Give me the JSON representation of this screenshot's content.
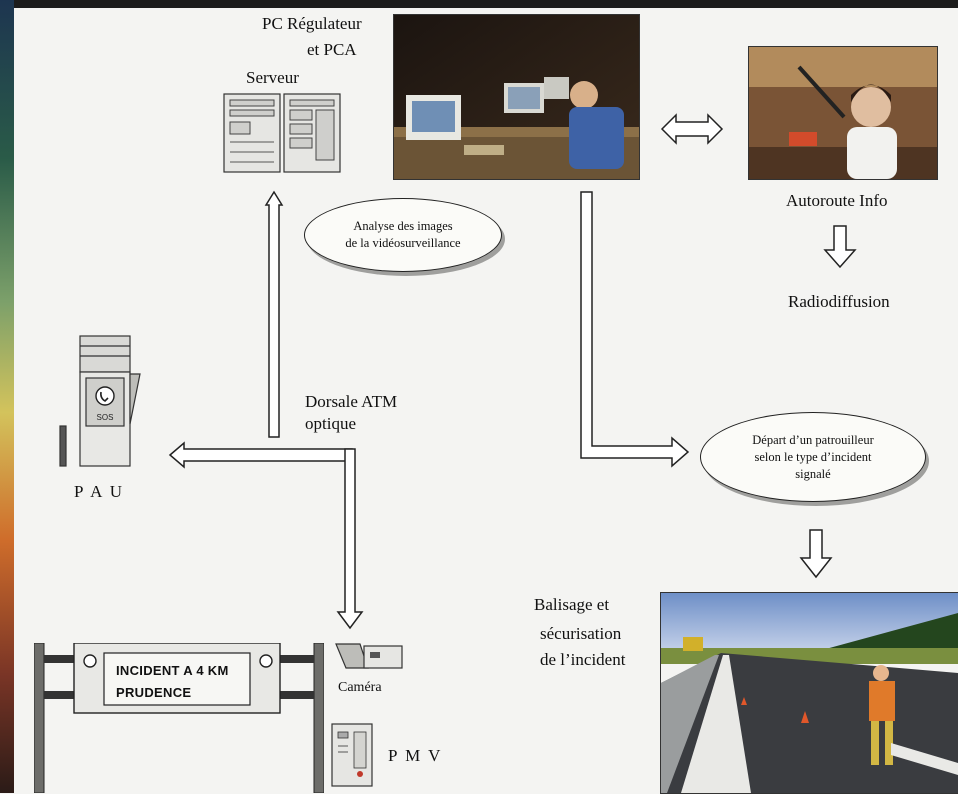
{
  "labels": {
    "pc_regulateur_line1": "PC Régulateur",
    "pc_regulateur_line2": "et PCA",
    "serveur": "Serveur",
    "autoroute_info": "Autoroute Info",
    "radiodiffusion": "Radiodiffusion",
    "dorsale_line1": "Dorsale ATM",
    "dorsale_line2": "optique",
    "pau": "P A U",
    "camera": "Caméra",
    "pmv": "P M V",
    "balisage_line1": "Balisage et",
    "balisage_line2": "sécurisation",
    "balisage_line3": "de l’incident"
  },
  "bubbles": {
    "analyse": [
      "Analyse des images",
      "de la vidéosurveillance"
    ],
    "depart": [
      "Départ d’un patrouilleur",
      "selon le type d’incident",
      "signalé"
    ]
  },
  "sign": {
    "line1": "INCIDENT A 4 KM",
    "line2": "PRUDENCE"
  },
  "pau_icon_text": "SOS",
  "colors": {
    "arrow_fill": "#ffffff",
    "arrow_stroke": "#222222",
    "background": "#f4f4f2"
  }
}
